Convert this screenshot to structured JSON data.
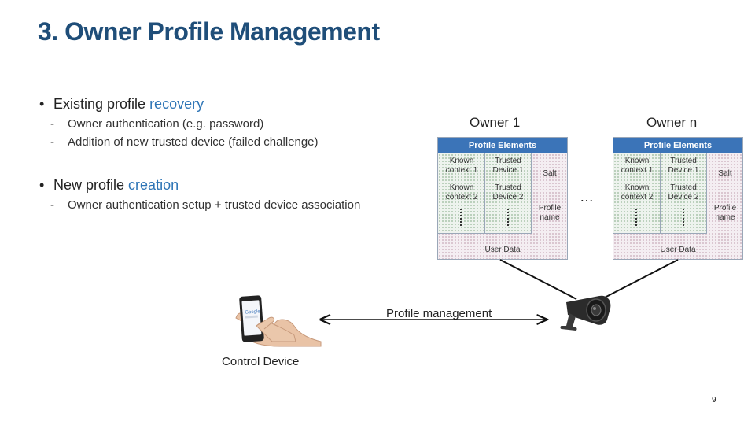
{
  "slide": {
    "title": "3. Owner Profile Management",
    "page_number": "9"
  },
  "bullets": [
    {
      "prefix": "Existing profile ",
      "accent": "recovery",
      "subs": [
        "Owner authentication (e.g. password)",
        "Addition of new trusted device (failed challenge)"
      ]
    },
    {
      "prefix": "New profile ",
      "accent": "creation",
      "subs": [
        "Owner authentication setup + trusted device association"
      ]
    }
  ],
  "owners": [
    {
      "label": "Owner 1",
      "header": "Profile Elements",
      "cells": {
        "known1": "Known context 1",
        "trusted1": "Trusted Device 1",
        "known2": "Known context 2",
        "trusted2": "Trusted Device 2"
      },
      "salt": "Salt",
      "profile_name": "Profile name",
      "user_data": "User Data"
    },
    {
      "label": "Owner n",
      "header": "Profile Elements",
      "cells": {
        "known1": "Known context 1",
        "trusted1": "Trusted Device 1",
        "known2": "Known context 2",
        "trusted2": "Trusted Device 2"
      },
      "salt": "Salt",
      "profile_name": "Profile name",
      "user_data": "User Data"
    }
  ],
  "ellipsis": "…",
  "diagram": {
    "profile_management_label": "Profile management",
    "control_device_label": "Control Device"
  },
  "colors": {
    "title": "#1f4e79",
    "accent": "#2e75b6",
    "table_header": "#3b74b8"
  },
  "icons": {
    "phone": "hand-holding-phone-icon",
    "camera": "security-camera-icon"
  }
}
